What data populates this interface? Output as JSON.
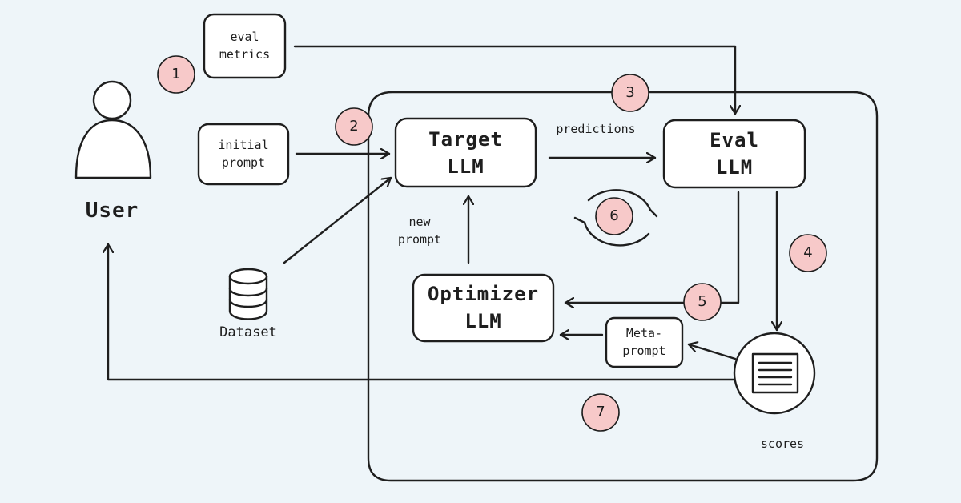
{
  "actor": {
    "label": "User"
  },
  "nodes": {
    "eval_metrics": "eval\nmetrics",
    "initial_prompt": "initial\nprompt",
    "dataset": "Dataset",
    "target_llm": "Target\nLLM",
    "eval_llm": "Eval\nLLM",
    "optimizer_llm": "Optimizer\nLLM",
    "meta_prompt": "Meta-\nprompt",
    "scores": "scores"
  },
  "edge_labels": {
    "predictions": "predictions",
    "new_prompt": "new\nprompt"
  },
  "steps": [
    "1",
    "2",
    "3",
    "4",
    "5",
    "6",
    "7"
  ],
  "colors": {
    "badge_fill": "#f7c9c9",
    "stroke": "#1e1e1e",
    "background": "#eef5f9"
  }
}
